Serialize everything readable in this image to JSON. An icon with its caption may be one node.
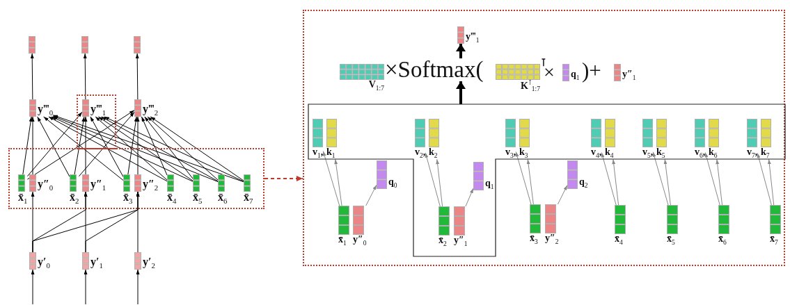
{
  "diagram": {
    "nodes": [
      {
        "text": [],
        "shape": "bar"
      },
      {
        "text": [],
        "shape": "bar"
      },
      {
        "text": [],
        "shape": "bar"
      },
      {
        "text": [
          "y‴$_{0}$"
        ]
      },
      {
        "text": [],
        "shape": "box"
      },
      {
        "text": [
          "y‴$_{1}$"
        ],
        "in": 4
      },
      {
        "text": [
          "y‴$_{2}$"
        ]
      },
      {
        "text": [],
        "shape": "box"
      },
      {
        "text": [
          "x̄$_{1}$"
        ],
        "in": 7
      },
      {
        "text": [
          "y″$_{0}$"
        ],
        "in": 7
      },
      {
        "text": [
          "x̄$_{2}$"
        ],
        "in": 7
      },
      {
        "text": [
          "y″$_{1}$"
        ],
        "in": 7
      },
      {
        "text": [
          "x̄$_{3}$"
        ],
        "in": 7
      },
      {
        "text": [
          "y″$_{2}$"
        ],
        "in": 7
      },
      {
        "text": [
          "x̄$_{4}$"
        ],
        "in": 7
      },
      {
        "text": [
          "x̄$_{5}$"
        ],
        "in": 7
      },
      {
        "text": [
          "x̄$_{6}$"
        ],
        "in": 7
      },
      {
        "text": [
          "x̄$_{7}$"
        ],
        "in": 7
      },
      {
        "text": [
          "y′$_{0}$"
        ]
      },
      {
        "text": [
          "y′$_{1}$"
        ]
      },
      {
        "text": [
          "y′$_{2}$"
        ]
      },
      {
        "text": [],
        "shape": "box"
      },
      {
        "text": [
          "y‴$_{1}$"
        ],
        "in": 21
      },
      {
        "text": [
          "V$_{1:7}$"
        ],
        "in": 21
      },
      {
        "text": [
          "K$^{⊺}$$_{1:7}$"
        ],
        "in": 21
      },
      {
        "text": [
          "q$_{1}$"
        ],
        "in": 21
      },
      {
        "text": [
          "y″$_{1}$"
        ],
        "in": 21
      },
      {
        "text": [],
        "shape": "box",
        "in": 21
      },
      {
        "text": [
          "v$_{1}$,"
        ],
        "in": 27
      },
      {
        "text": [
          "k$_{1}$"
        ],
        "in": 27
      },
      {
        "text": [
          "v$_{2}$,"
        ],
        "in": 27
      },
      {
        "text": [
          "k$_{2}$"
        ],
        "in": 27
      },
      {
        "text": [
          "v$_{3}$,"
        ],
        "in": 27
      },
      {
        "text": [
          "k$_{3}$"
        ],
        "in": 27
      },
      {
        "text": [
          "v$_{4}$,"
        ],
        "in": 27
      },
      {
        "text": [
          "k$_{4}$"
        ],
        "in": 27
      },
      {
        "text": [
          "v$_{5}$,"
        ],
        "in": 27
      },
      {
        "text": [
          "k$_{5}$"
        ],
        "in": 27
      },
      {
        "text": [
          "v$_{6}$,"
        ],
        "in": 27
      },
      {
        "text": [
          "k$_{6}$"
        ],
        "in": 27
      },
      {
        "text": [
          "v$_{7}$,"
        ],
        "in": 27
      },
      {
        "text": [
          "k$_{7}$"
        ],
        "in": 27
      },
      {
        "text": [
          "q$_{0}$"
        ],
        "in": 21
      },
      {
        "text": [
          "q$_{1}$"
        ],
        "in": 27
      },
      {
        "text": [
          "q$_{2}$"
        ],
        "in": 21
      },
      {
        "text": [
          "x̄$_{1}$"
        ],
        "in": 21
      },
      {
        "text": [
          "y″$_{0}$"
        ],
        "in": 21
      },
      {
        "text": [
          "x̄$_{2}$"
        ],
        "in": 27
      },
      {
        "text": [
          "y″$_{1}$"
        ],
        "in": 27
      },
      {
        "text": [
          "x̄$_{3}$"
        ],
        "in": 21
      },
      {
        "text": [
          "y″$_{2}$"
        ],
        "in": 21
      },
      {
        "text": [
          "x̄$_{4}$"
        ],
        "in": 21
      },
      {
        "text": [
          "x̄$_{5}$"
        ],
        "in": 21
      },
      {
        "text": [
          "x̄$_{6}$"
        ],
        "in": 21
      },
      {
        "text": [
          "x̄$_{7}$"
        ],
        "in": 21
      },
      {
        "text": [
          "×Softmax("
        ],
        "in": 21
      }
    ],
    "edges": [
      {
        "from": 3,
        "to": 0,
        "arrow": "to"
      },
      {
        "from": 5,
        "to": 1,
        "arrow": "to"
      },
      {
        "from": 6,
        "to": 2,
        "arrow": "to"
      },
      {
        "from": 8,
        "to": 3,
        "arrow": "to"
      },
      {
        "from": 10,
        "to": 3,
        "arrow": "to"
      },
      {
        "from": 12,
        "to": 3,
        "arrow": "to"
      },
      {
        "from": 14,
        "to": 3,
        "arrow": "to"
      },
      {
        "from": 15,
        "to": 3,
        "arrow": "to"
      },
      {
        "from": 16,
        "to": 3,
        "arrow": "to"
      },
      {
        "from": 17,
        "to": 3,
        "arrow": "to"
      },
      {
        "from": 9,
        "to": 3,
        "arrow": "to"
      },
      {
        "from": 8,
        "to": 5,
        "arrow": "to"
      },
      {
        "from": 10,
        "to": 5,
        "arrow": "to"
      },
      {
        "from": 12,
        "to": 5,
        "arrow": "to"
      },
      {
        "from": 14,
        "to": 5,
        "arrow": "to"
      },
      {
        "from": 15,
        "to": 5,
        "arrow": "to"
      },
      {
        "from": 16,
        "to": 5,
        "arrow": "to"
      },
      {
        "from": 17,
        "to": 5,
        "arrow": "to"
      },
      {
        "from": 11,
        "to": 5,
        "arrow": "to"
      },
      {
        "from": 8,
        "to": 6,
        "arrow": "to"
      },
      {
        "from": 10,
        "to": 6,
        "arrow": "to"
      },
      {
        "from": 12,
        "to": 6,
        "arrow": "to"
      },
      {
        "from": 14,
        "to": 6,
        "arrow": "to"
      },
      {
        "from": 15,
        "to": 6,
        "arrow": "to"
      },
      {
        "from": 16,
        "to": 6,
        "arrow": "to"
      },
      {
        "from": 17,
        "to": 6,
        "arrow": "to"
      },
      {
        "from": 13,
        "to": 6,
        "arrow": "to"
      },
      {
        "from": 18,
        "to": 9,
        "arrow": "to"
      },
      {
        "from": 18,
        "to": 11,
        "arrow": "to"
      },
      {
        "from": 18,
        "to": 13,
        "arrow": "to"
      },
      {
        "from": 19,
        "to": 11,
        "arrow": "to"
      },
      {
        "from": 19,
        "to": 13,
        "arrow": "to"
      },
      {
        "from": 20,
        "to": 13,
        "arrow": "to"
      },
      {
        "from": null,
        "to": 18,
        "arrow": "to"
      },
      {
        "from": null,
        "to": 19,
        "arrow": "to"
      },
      {
        "from": null,
        "to": 20,
        "arrow": "to"
      },
      {
        "from": 7,
        "to": 21,
        "arrow": "to",
        "style": "dashed",
        "color": "#c0392b"
      },
      {
        "from": 27,
        "to": 55,
        "arrow": "to",
        "style": "thick"
      },
      {
        "from": 55,
        "to": 22,
        "arrow": "to",
        "style": "thick"
      },
      {
        "from": 45,
        "to": 28,
        "arrow": "to",
        "color": "#888888"
      },
      {
        "from": 45,
        "to": 29,
        "arrow": "to",
        "color": "#888888"
      },
      {
        "from": 47,
        "to": 30,
        "arrow": "to",
        "color": "#888888"
      },
      {
        "from": 47,
        "to": 31,
        "arrow": "to",
        "color": "#888888"
      },
      {
        "from": 49,
        "to": 32,
        "arrow": "to",
        "color": "#888888"
      },
      {
        "from": 49,
        "to": 33,
        "arrow": "to",
        "color": "#888888"
      },
      {
        "from": 51,
        "to": 34,
        "arrow": "to",
        "color": "#888888"
      },
      {
        "from": 51,
        "to": 35,
        "arrow": "to",
        "color": "#888888"
      },
      {
        "from": 52,
        "to": 36,
        "arrow": "to",
        "color": "#888888"
      },
      {
        "from": 52,
        "to": 37,
        "arrow": "to",
        "color": "#888888"
      },
      {
        "from": 53,
        "to": 38,
        "arrow": "to",
        "color": "#888888"
      },
      {
        "from": 53,
        "to": 39,
        "arrow": "to",
        "color": "#888888"
      },
      {
        "from": 54,
        "to": 40,
        "arrow": "to",
        "color": "#888888"
      },
      {
        "from": 54,
        "to": 41,
        "arrow": "to",
        "color": "#888888"
      },
      {
        "from": 46,
        "to": 42,
        "arrow": "to",
        "color": "#888888"
      },
      {
        "from": 48,
        "to": 43,
        "arrow": "to",
        "color": "#888888"
      },
      {
        "from": 50,
        "to": 44,
        "arrow": "to",
        "color": "#888888"
      }
    ],
    "labels": [
      "⊺",
      "×",
      ")+"
    ]
  }
}
